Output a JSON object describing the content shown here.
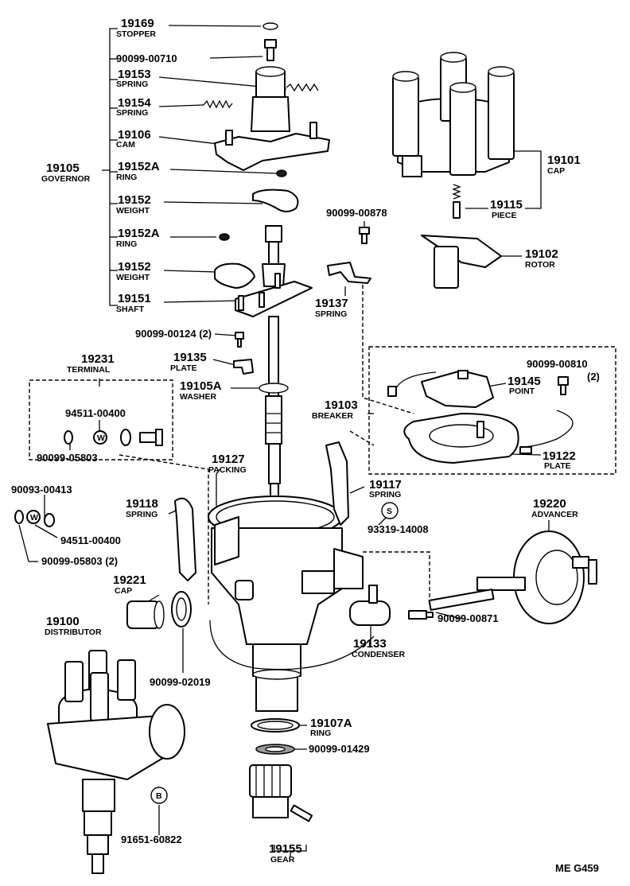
{
  "parts": [
    {
      "id": "stopper",
      "num": "19169",
      "name": "STOPPER"
    },
    {
      "id": "bolt-710",
      "num": "90099-00710"
    },
    {
      "id": "spring-153",
      "num": "19153",
      "name": "SPRING"
    },
    {
      "id": "spring-154",
      "num": "19154",
      "name": "SPRING"
    },
    {
      "id": "cam",
      "num": "19106",
      "name": "CAM"
    },
    {
      "id": "governor",
      "num": "19105",
      "name": "GOVERNOR"
    },
    {
      "id": "ring-152a-1",
      "num": "19152A",
      "name": "RING"
    },
    {
      "id": "weight-1",
      "num": "19152",
      "name": "WEIGHT"
    },
    {
      "id": "ring-152a-2",
      "num": "19152A",
      "name": "RING"
    },
    {
      "id": "weight-2",
      "num": "19152",
      "name": "WEIGHT"
    },
    {
      "id": "shaft",
      "num": "19151",
      "name": "SHAFT"
    },
    {
      "id": "screw-124",
      "num": "90099-00124 (2)"
    },
    {
      "id": "plate-135",
      "num": "19135",
      "name": "PLATE"
    },
    {
      "id": "washer",
      "num": "19105A",
      "name": "WASHER"
    },
    {
      "id": "terminal",
      "num": "19231",
      "name": "TERMINAL"
    },
    {
      "id": "nut-400-a",
      "num": "94511-00400"
    },
    {
      "id": "washer-803-a",
      "num": "90099-05803"
    },
    {
      "id": "packing",
      "num": "19127",
      "name": "PACKING"
    },
    {
      "id": "breaker",
      "num": "19103",
      "name": "BREAKER"
    },
    {
      "id": "cap",
      "num": "19101",
      "name": "CAP"
    },
    {
      "id": "piece",
      "num": "19115",
      "name": "PIECE"
    },
    {
      "id": "rotor",
      "num": "19102",
      "name": "ROTOR"
    },
    {
      "id": "screw-878",
      "num": "90099-00878"
    },
    {
      "id": "spring-137",
      "num": "19137",
      "name": "SPRING"
    },
    {
      "id": "screw-810",
      "num": "90099-00810",
      "qty": "(2)"
    },
    {
      "id": "point",
      "num": "19145",
      "name": "POINT"
    },
    {
      "id": "plate-122",
      "num": "19122",
      "name": "PLATE"
    },
    {
      "id": "spring-117",
      "num": "19117",
      "name": "SPRING"
    },
    {
      "id": "clip-008",
      "num": "93319-14008"
    },
    {
      "id": "washer-413",
      "num": "90093-00413"
    },
    {
      "id": "spring-118",
      "num": "19118",
      "name": "SPRING"
    },
    {
      "id": "nut-400-b",
      "num": "94511-00400"
    },
    {
      "id": "washer-803-b",
      "num": "90099-05803 (2)"
    },
    {
      "id": "cap-221",
      "num": "19221",
      "name": "CAP"
    },
    {
      "id": "advancer",
      "num": "19220",
      "name": "ADVANCER"
    },
    {
      "id": "screw-871",
      "num": "90099-00871"
    },
    {
      "id": "condenser",
      "num": "19133",
      "name": "CONDENSER"
    },
    {
      "id": "distributor",
      "num": "19100",
      "name": "DISTRIBUTOR"
    },
    {
      "id": "oring-019",
      "num": "90099-02019"
    },
    {
      "id": "ring-107a",
      "num": "19107A",
      "name": "RING"
    },
    {
      "id": "washer-429",
      "num": "90099-01429"
    },
    {
      "id": "oring-822",
      "num": "91651-60822"
    },
    {
      "id": "gear",
      "num": "19155",
      "name": "GEAR"
    }
  ],
  "markers": {
    "washer": "W",
    "snap": "S",
    "oring": "B"
  },
  "figure_code": "ME G459"
}
